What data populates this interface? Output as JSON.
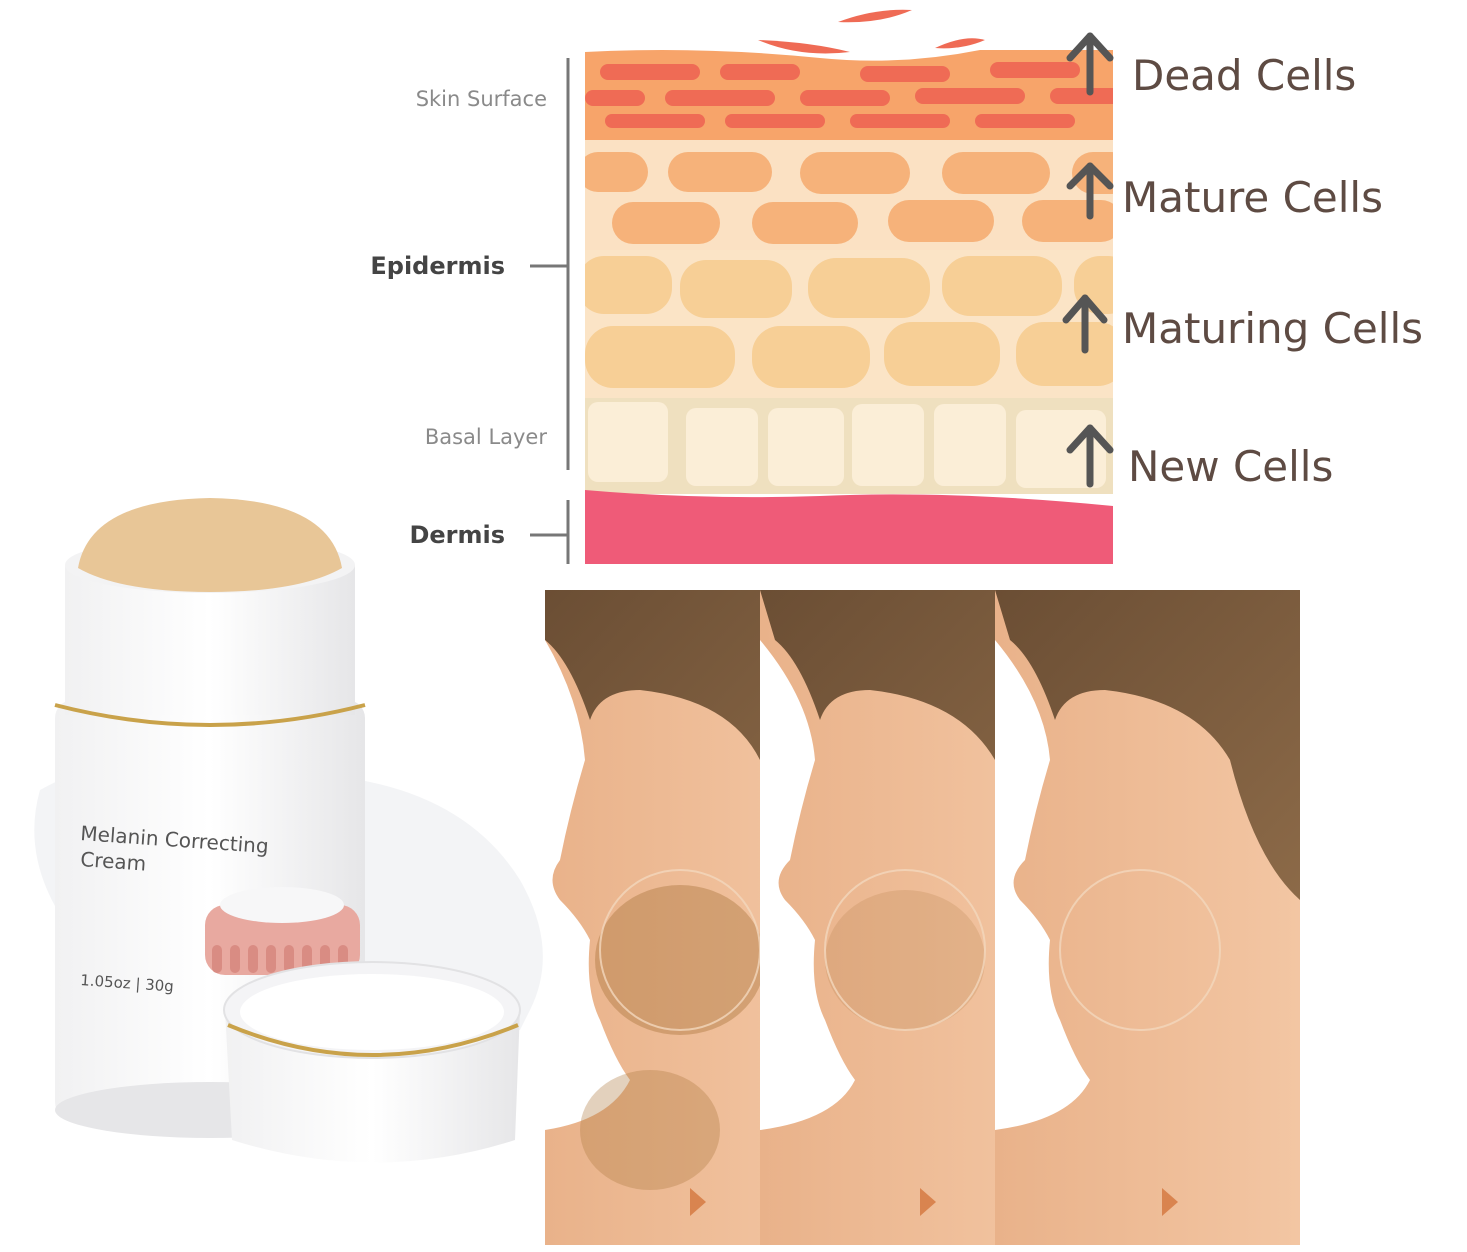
{
  "diagram": {
    "layers_left": {
      "skin_surface": "Skin Surface",
      "epidermis": "Epidermis",
      "basal_layer": "Basal Layer",
      "dermis": "Dermis"
    },
    "cells_right": {
      "dead": "Dead Cells",
      "mature": "Mature Cells",
      "maturing": "Maturing Cells",
      "new": "New Cells"
    },
    "colors": {
      "dead_layer": "#f7a46a",
      "dead_cell": "#ef6b55",
      "mature_bg": "#fbe1c3",
      "mature_cell": "#f6b27a",
      "maturing_bg": "#fbe4c6",
      "maturing_cell": "#f7cf96",
      "new_bg": "#efe0bf",
      "new_cell": "#fbeed7",
      "dermis": "#ef5b78",
      "arrow": "#555555",
      "label": "#5e4b43"
    }
  },
  "product": {
    "name_line1": "Melanin Correcting",
    "name_line2": "Cream",
    "size": "1.05oz | 30g",
    "accent": "#c9a24a"
  }
}
